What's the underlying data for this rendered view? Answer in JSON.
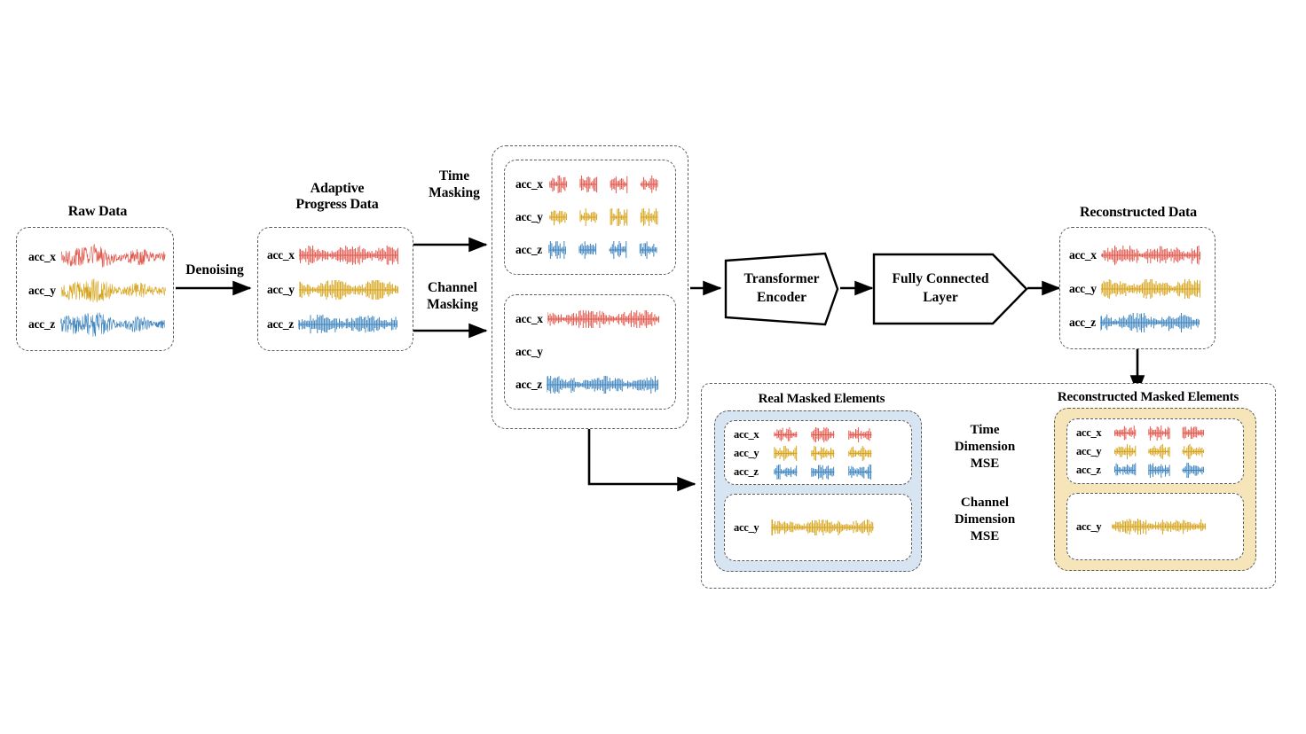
{
  "figure": {
    "domain": "diagram",
    "type": "model-architecture-pipeline",
    "background": "#ffffff"
  },
  "colors": {
    "acc_x": "#e2574c",
    "acc_y": "#d6a319",
    "acc_z": "#3e84be",
    "real_masked_fill": "#d7e4f2",
    "reconstructed_masked_fill": "#f5e5b8",
    "stroke": "#000000",
    "dashed_border": "#555555"
  },
  "channels": {
    "acc_x": "acc_x",
    "acc_y": "acc_y",
    "acc_z": "acc_z"
  },
  "blocks": {
    "raw_data": {
      "title": "Raw Data",
      "rows": [
        {
          "label": "acc_x",
          "color_key": "acc_x",
          "style": "dense-noise",
          "masked": false
        },
        {
          "label": "acc_y",
          "color_key": "acc_y",
          "style": "dense-noise",
          "masked": false
        },
        {
          "label": "acc_z",
          "color_key": "acc_z",
          "style": "dense-noise",
          "masked": false
        }
      ]
    },
    "adaptive_progress_data": {
      "title": "Adaptive\nProgress Data",
      "title_lines": [
        "Adaptive",
        "Progress Data"
      ],
      "rows": [
        {
          "label": "acc_x",
          "color_key": "acc_x",
          "style": "thin-spiky",
          "masked": false
        },
        {
          "label": "acc_y",
          "color_key": "acc_y",
          "style": "thin-spiky",
          "masked": false
        },
        {
          "label": "acc_z",
          "color_key": "acc_z",
          "style": "thin-spiky",
          "masked": false
        }
      ]
    },
    "time_masking_box": {
      "title": "",
      "segments_per_row": 4,
      "rows": [
        {
          "label": "acc_x",
          "color_key": "acc_x",
          "style": "segmented",
          "masked": false
        },
        {
          "label": "acc_y",
          "color_key": "acc_y",
          "style": "segmented",
          "masked": false
        },
        {
          "label": "acc_z",
          "color_key": "acc_z",
          "style": "segmented",
          "masked": false
        }
      ]
    },
    "channel_masking_box": {
      "title": "",
      "rows": [
        {
          "label": "acc_x",
          "color_key": "acc_x",
          "style": "thin-spiky",
          "masked": false
        },
        {
          "label": "acc_y",
          "color_key": "acc_y",
          "style": "thin-spiky",
          "masked": true
        },
        {
          "label": "acc_z",
          "color_key": "acc_z",
          "style": "thin-spiky",
          "masked": false
        }
      ]
    },
    "transformer_encoder": {
      "label_lines": [
        "Transformer",
        "Encoder"
      ],
      "shape": "hexagon"
    },
    "fully_connected_layer": {
      "label_lines": [
        "Fully Connected",
        "Layer"
      ],
      "shape": "pentagon-arrow"
    },
    "reconstructed_data": {
      "title": "Reconstructed Data",
      "rows": [
        {
          "label": "acc_x",
          "color_key": "acc_x",
          "style": "thin-spiky",
          "masked": false
        },
        {
          "label": "acc_y",
          "color_key": "acc_y",
          "style": "thin-spiky",
          "masked": false
        },
        {
          "label": "acc_z",
          "color_key": "acc_z",
          "style": "thin-spiky",
          "masked": false
        }
      ]
    },
    "real_masked_elements": {
      "title": "Real Masked Elements",
      "fill_key": "real_masked_fill",
      "time_group": {
        "segments_per_row": 3,
        "rows": [
          {
            "label": "acc_x",
            "color_key": "acc_x",
            "style": "segmented"
          },
          {
            "label": "acc_y",
            "color_key": "acc_y",
            "style": "segmented"
          },
          {
            "label": "acc_z",
            "color_key": "acc_z",
            "style": "segmented"
          }
        ]
      },
      "channel_group": {
        "rows": [
          {
            "label": "acc_y",
            "color_key": "acc_y",
            "style": "thin-spiky"
          }
        ]
      }
    },
    "reconstructed_masked_elements": {
      "title": "Reconstructed Masked Elements",
      "fill_key": "reconstructed_masked_fill",
      "time_group": {
        "segments_per_row": 3,
        "rows": [
          {
            "label": "acc_x",
            "color_key": "acc_x",
            "style": "segmented"
          },
          {
            "label": "acc_y",
            "color_key": "acc_y",
            "style": "segmented"
          },
          {
            "label": "acc_z",
            "color_key": "acc_z",
            "style": "segmented"
          }
        ]
      },
      "channel_group": {
        "rows": [
          {
            "label": "acc_y",
            "color_key": "acc_y",
            "style": "thin-spiky"
          }
        ]
      }
    }
  },
  "edges": {
    "denoising": {
      "label": "Denoising"
    },
    "time_masking": {
      "label_lines": [
        "Time",
        "Masking"
      ]
    },
    "channel_masking": {
      "label_lines": [
        "Channel",
        "Masking"
      ]
    },
    "time_dimension_mse": {
      "label_lines": [
        "Time",
        "Dimension",
        "MSE"
      ]
    },
    "channel_dimension_mse": {
      "label_lines": [
        "Channel",
        "Dimension",
        "MSE"
      ]
    }
  }
}
